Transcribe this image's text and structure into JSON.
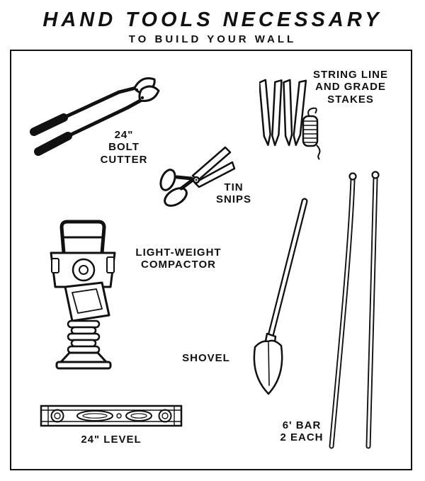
{
  "page": {
    "title": "HAND TOOLS NECESSARY",
    "subtitle": "TO BUILD YOUR WALL"
  },
  "labels": {
    "bolt_cutter": "24\"\nBOLT\nCUTTER",
    "tin_snips": "TIN\nSNIPS",
    "string_line_stakes": "STRING LINE\nAND GRADE\nSTAKES",
    "compactor": "LIGHT-WEIGHT\nCOMPACTOR",
    "shovel": "SHOVEL",
    "level": "24\" LEVEL",
    "bar": "6' BAR\n2 EACH"
  },
  "colors": {
    "ink": "#111111",
    "paper": "#ffffff"
  }
}
